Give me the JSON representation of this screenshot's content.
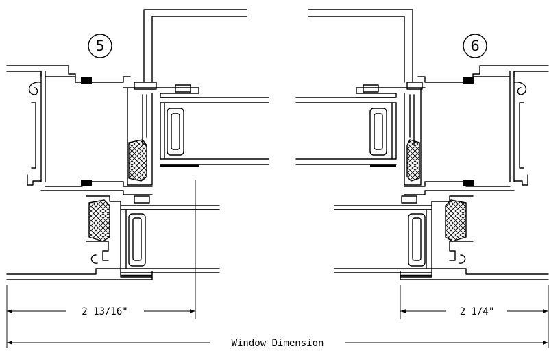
{
  "details": [
    {
      "number": "5",
      "dimension": "2 13/16\""
    },
    {
      "number": "6",
      "dimension": "2 1/4\""
    }
  ],
  "overall_dimension": "Window Dimension",
  "colors": {
    "line": "#000000",
    "background": "#ffffff"
  }
}
